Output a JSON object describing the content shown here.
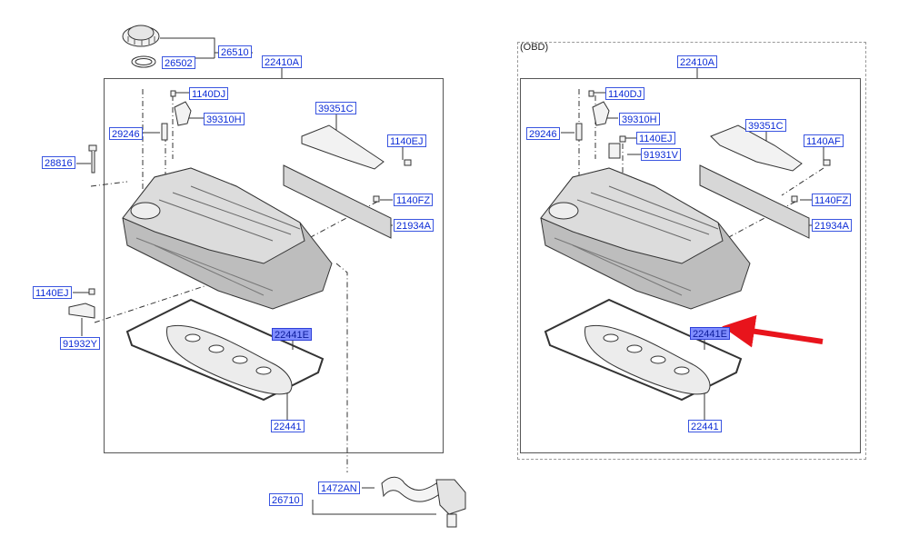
{
  "left_panel": {
    "parts": {
      "p26510": "26510",
      "p26502": "26502",
      "p22410A": "22410A",
      "p1140DJ": "1140DJ",
      "p39310H": "39310H",
      "p29246": "29246",
      "p28816": "28816",
      "p39351C": "39351C",
      "p1140EJ_top": "1140EJ",
      "p1140FZ": "1140FZ",
      "p21934A": "21934A",
      "p1140EJ_left": "1140EJ",
      "p91932Y": "91932Y",
      "p22441E": "22441E",
      "p22441": "22441",
      "p26710": "26710",
      "p1472AN": "1472AN"
    }
  },
  "right_panel": {
    "title": "(OBD)",
    "parts": {
      "p22410A": "22410A",
      "p1140DJ": "1140DJ",
      "p39310H": "39310H",
      "p29246": "29246",
      "p1140EJ": "1140EJ",
      "p91931V": "91931V",
      "p39351C": "39351C",
      "p1140AF": "1140AF",
      "p1140FZ": "1140FZ",
      "p21934A": "21934A",
      "p22441E": "22441E",
      "p22441": "22441"
    }
  },
  "colors": {
    "label_text": "#0b2bd6",
    "label_border": "#3a55e0",
    "selected_fill": "#7f8dff",
    "arrow": "#e8141c"
  },
  "selected_part": "22441E"
}
